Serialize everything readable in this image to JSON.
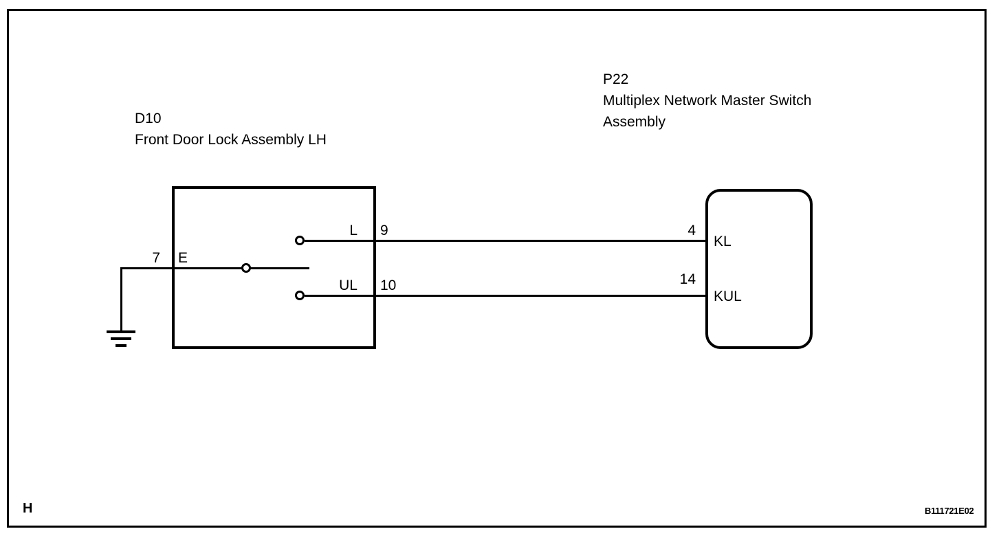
{
  "diagram": {
    "title_code": "B111721E02",
    "sheet_marker": "H",
    "components": [
      {
        "id": "D10",
        "code": "D10",
        "name": "Front Door Lock Assembly LH",
        "label_lines": "D10\nFront Door Lock Assembly LH",
        "shape": "rectangle",
        "terminals": [
          {
            "pin": "7",
            "name": "E"
          },
          {
            "pin": "9",
            "name": "L"
          },
          {
            "pin": "10",
            "name": "UL"
          }
        ]
      },
      {
        "id": "P22",
        "code": "P22",
        "name": "Multiplex Network Master Switch Assembly",
        "label_lines": "P22\nMultiplex Network Master Switch\nAssembly",
        "shape": "rounded-rectangle",
        "terminals": [
          {
            "pin": "4",
            "name": "KL"
          },
          {
            "pin": "14",
            "name": "KUL"
          }
        ]
      }
    ],
    "connections": [
      {
        "from": "D10-9 (L)",
        "to": "P22-4 (KL)"
      },
      {
        "from": "D10-10 (UL)",
        "to": "P22-14 (KUL)"
      },
      {
        "from": "D10-7 (E)",
        "to": "Ground"
      }
    ],
    "ground": {
      "symbol": "earth-ground",
      "connected_pin": "7"
    },
    "colors": {
      "line": "#000000",
      "background": "#ffffff"
    }
  }
}
